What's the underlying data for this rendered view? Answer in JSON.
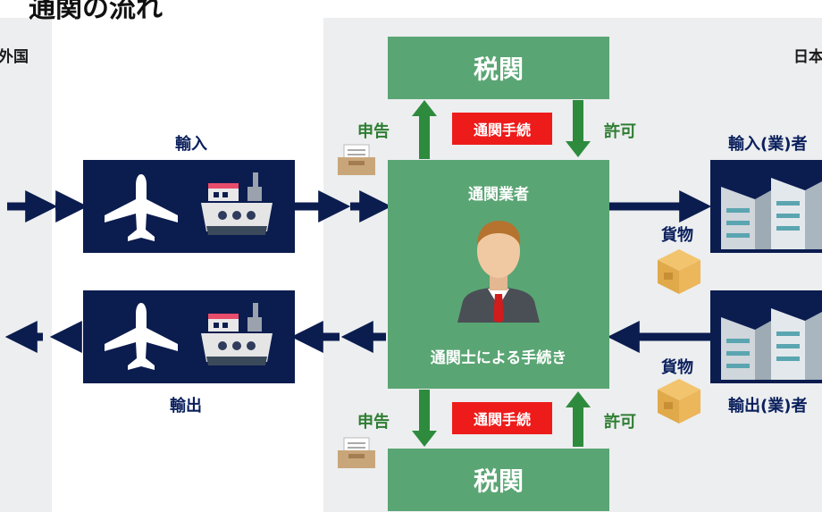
{
  "title": "通関の流れ",
  "labels": {
    "foreign": "外国",
    "japan": "日本",
    "import": "輸入",
    "export": "輸出",
    "customs_top": "税関",
    "customs_bottom": "税関",
    "declaration_top": "申告",
    "declaration_bottom": "申告",
    "permission_top": "許可",
    "permission_bottom": "許可",
    "procedure_top": "通関手続",
    "procedure_bottom": "通関手続",
    "broker": "通関業者",
    "broker_procedure": "通関士による手続き",
    "cargo_top": "貨物",
    "cargo_bottom": "貨物",
    "importer": "輸入(業)者",
    "exporter": "輸出(業)者"
  },
  "colors": {
    "navy": "#0b1c4f",
    "green": "#5aa574",
    "dark_green": "#2e8b3e",
    "red": "#ee1b1b",
    "background_panel": "#eceeef"
  },
  "icons": [
    "airplane-icon",
    "ship-icon",
    "inbox-tray-icon",
    "person-icon",
    "cargo-box-icon",
    "building-icon"
  ]
}
